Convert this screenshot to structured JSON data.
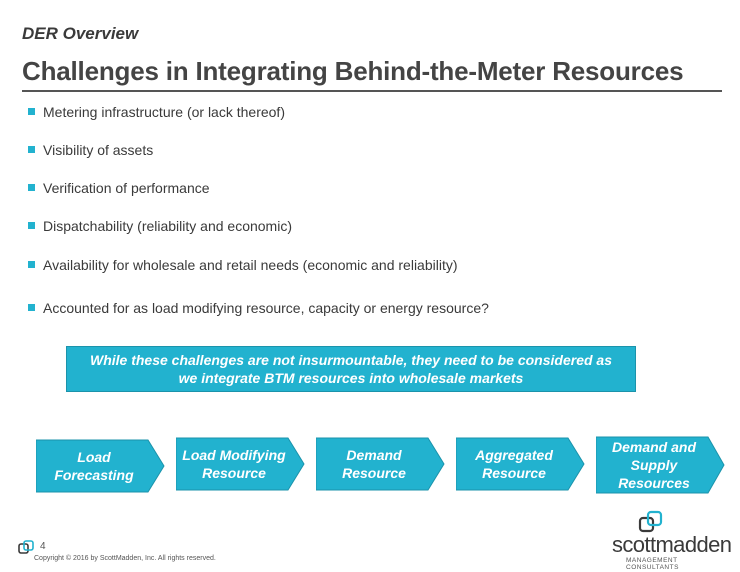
{
  "header": {
    "eyebrow": "DER Overview",
    "title": "Challenges in Integrating Behind-the-Meter Resources"
  },
  "bullets": [
    "Metering infrastructure (or lack thereof)",
    "Visibility of assets",
    "Verification of performance",
    "Dispatchability (reliability and economic)",
    "Availability for wholesale and retail needs (economic and reliability)",
    "Accounted for as load modifying resource, capacity or energy resource?"
  ],
  "callout": {
    "line1": "While these challenges are not insurmountable, they need to be considered as",
    "line2": "we integrate BTM resources into wholesale markets"
  },
  "process": [
    {
      "line1": "Load",
      "line2": "Forecasting",
      "line3": ""
    },
    {
      "line1": "Load Modifying",
      "line2": "Resource",
      "line3": ""
    },
    {
      "line1": "Demand",
      "line2": "Resource",
      "line3": ""
    },
    {
      "line1": "Aggregated",
      "line2": "Resource",
      "line3": ""
    },
    {
      "line1": "Demand and",
      "line2": "Supply",
      "line3": "Resources"
    }
  ],
  "footer": {
    "page_number": "4",
    "copyright": "Copyright © 2016 by ScottMadden, Inc. All rights reserved.",
    "brand_name": "scottmadden",
    "brand_tagline": "MANAGEMENT CONSULTANTS"
  },
  "colors": {
    "accent": "#22b2cf",
    "accent_border": "#1b93ab",
    "text": "#3a3a3a"
  }
}
